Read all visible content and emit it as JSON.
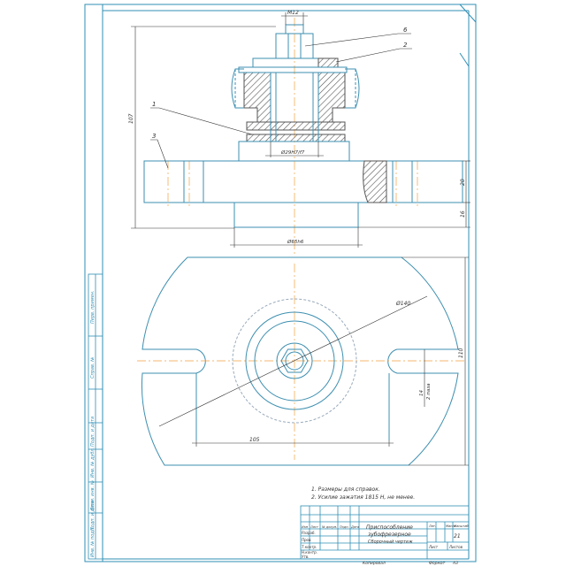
{
  "drawing": {
    "title_lines": [
      "Приспособление",
      "зубофрезерное",
      "Сборочный чертеж"
    ],
    "sheet_value": "21",
    "revision_headers": [
      "Изм",
      "Лист",
      "№ докум.",
      "Подп.",
      "Дата"
    ],
    "role_labels": [
      "Разраб.",
      "Пров.",
      "Т.контр.",
      "Н.контр.",
      "Утв."
    ],
    "title_block_headers": [
      "Лит.",
      "Масса",
      "Масштаб"
    ],
    "sheet_labels": [
      "Лист",
      "Листов"
    ],
    "bottom_labels": [
      "Копировал",
      "Формат",
      "А3"
    ]
  },
  "notes": [
    "1. Размеры для справок.",
    "2. Усилие зажатия 1815 Н, не менее."
  ],
  "callouts": [
    "1",
    "2",
    "3",
    "6"
  ],
  "dimensions": {
    "thread": "M12",
    "height": "107",
    "bore": "Ø29H7/f7",
    "flange_thickness": "20",
    "spigot_height": "16",
    "spigot_dia": "Ø65h6",
    "outer_dia": "Ø140",
    "plan_height": "110",
    "plan_width": "105",
    "slot_width": "14",
    "slot_note": "2 паза"
  },
  "side_stamps": [
    "Перв. примен.",
    "Справ. №",
    "Подп. и дата",
    "Инв. № дубл.",
    "Взам. инв. №",
    "Подп. и дата",
    "Инв. № подл."
  ],
  "colors": {
    "outline": "#3d8fb0",
    "section": "#555555",
    "axis": "#f0a040",
    "dim": "#333333",
    "frame": "#2f8fb5"
  }
}
